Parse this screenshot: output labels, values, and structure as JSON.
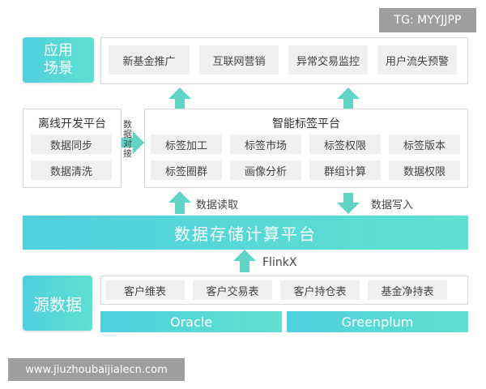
{
  "watermark_top": "TG: MYYJJPP",
  "watermark_bottom": "www.jiuzhoubaijialecn.com",
  "apps": {
    "title": "应用场景",
    "items": [
      "新基金推广",
      "互联网营销",
      "异常交易监控",
      "用户流失预警"
    ]
  },
  "offline": {
    "title": "离线开发平台",
    "items": [
      "数据同步",
      "数据清洗"
    ]
  },
  "arrow_label_link": "数据对接",
  "tag_platform": {
    "title": "智能标签平台",
    "items": [
      "标签加工",
      "标签市场",
      "标签权限",
      "标签版本",
      "标签圈群",
      "画像分析",
      "群组计算",
      "数据权限"
    ]
  },
  "data_read": "数据读取",
  "data_write": "数据写入",
  "storage": {
    "title": "数据存储计算平台"
  },
  "flinkx": "FlinkX",
  "source": {
    "title": "源数据",
    "tables": [
      "客户维表",
      "客户交易表",
      "客户持仓表",
      "基金净持表"
    ],
    "dbs": [
      "Oracle",
      "Greenplum"
    ]
  },
  "colors": {
    "accent": "#4fd0df",
    "arrow": "#5fd4c4",
    "cell": "#eef0f2"
  }
}
